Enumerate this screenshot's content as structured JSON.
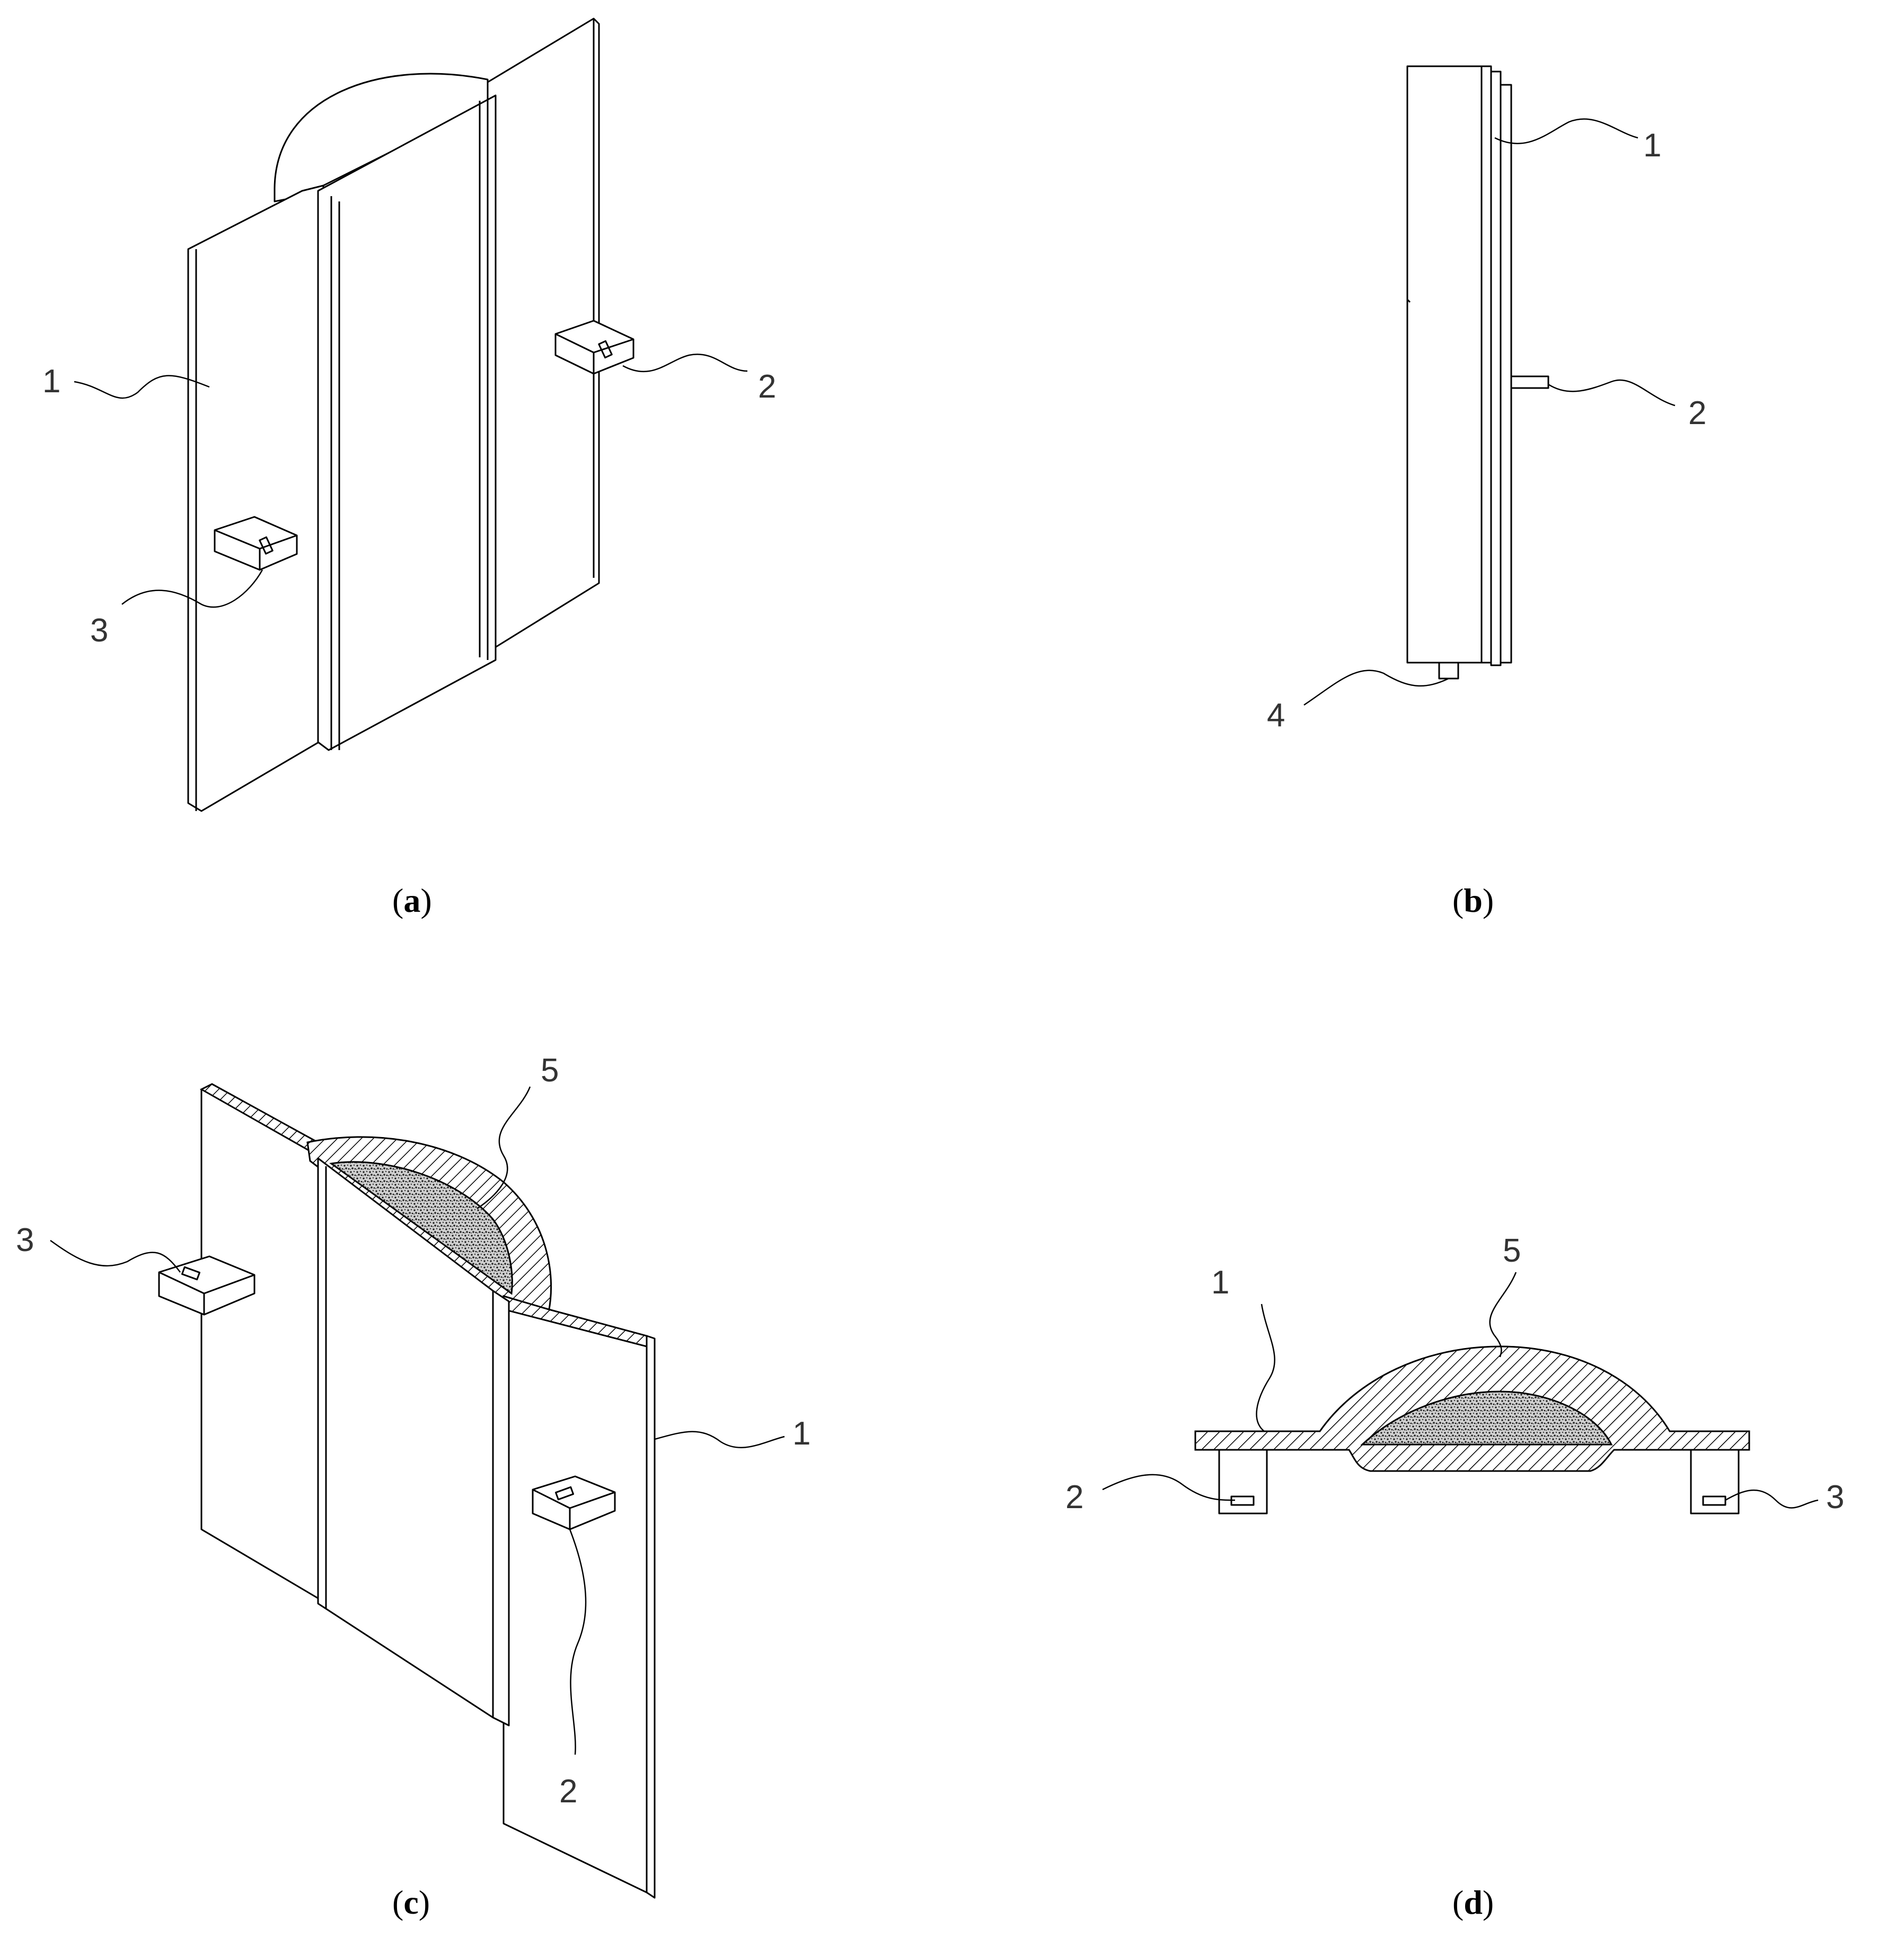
{
  "panels": [
    {
      "id": "a",
      "caption_open": "(",
      "caption_letter": "a",
      "caption_close": ")"
    },
    {
      "id": "b",
      "caption_open": "(",
      "caption_letter": "b",
      "caption_close": ")"
    },
    {
      "id": "c",
      "caption_open": "(",
      "caption_letter": "c",
      "caption_close": ")"
    },
    {
      "id": "d",
      "caption_open": "(",
      "caption_letter": "d",
      "caption_close": ")"
    }
  ],
  "callouts": {
    "a": [
      "1",
      "2",
      "3"
    ],
    "b": [
      "1",
      "2",
      "4"
    ],
    "c": [
      "5",
      "3",
      "1",
      "2"
    ],
    "d": [
      "1",
      "5",
      "2",
      "3"
    ]
  },
  "colors": {
    "line": "#000000",
    "label": "#333333",
    "background": "#ffffff"
  }
}
